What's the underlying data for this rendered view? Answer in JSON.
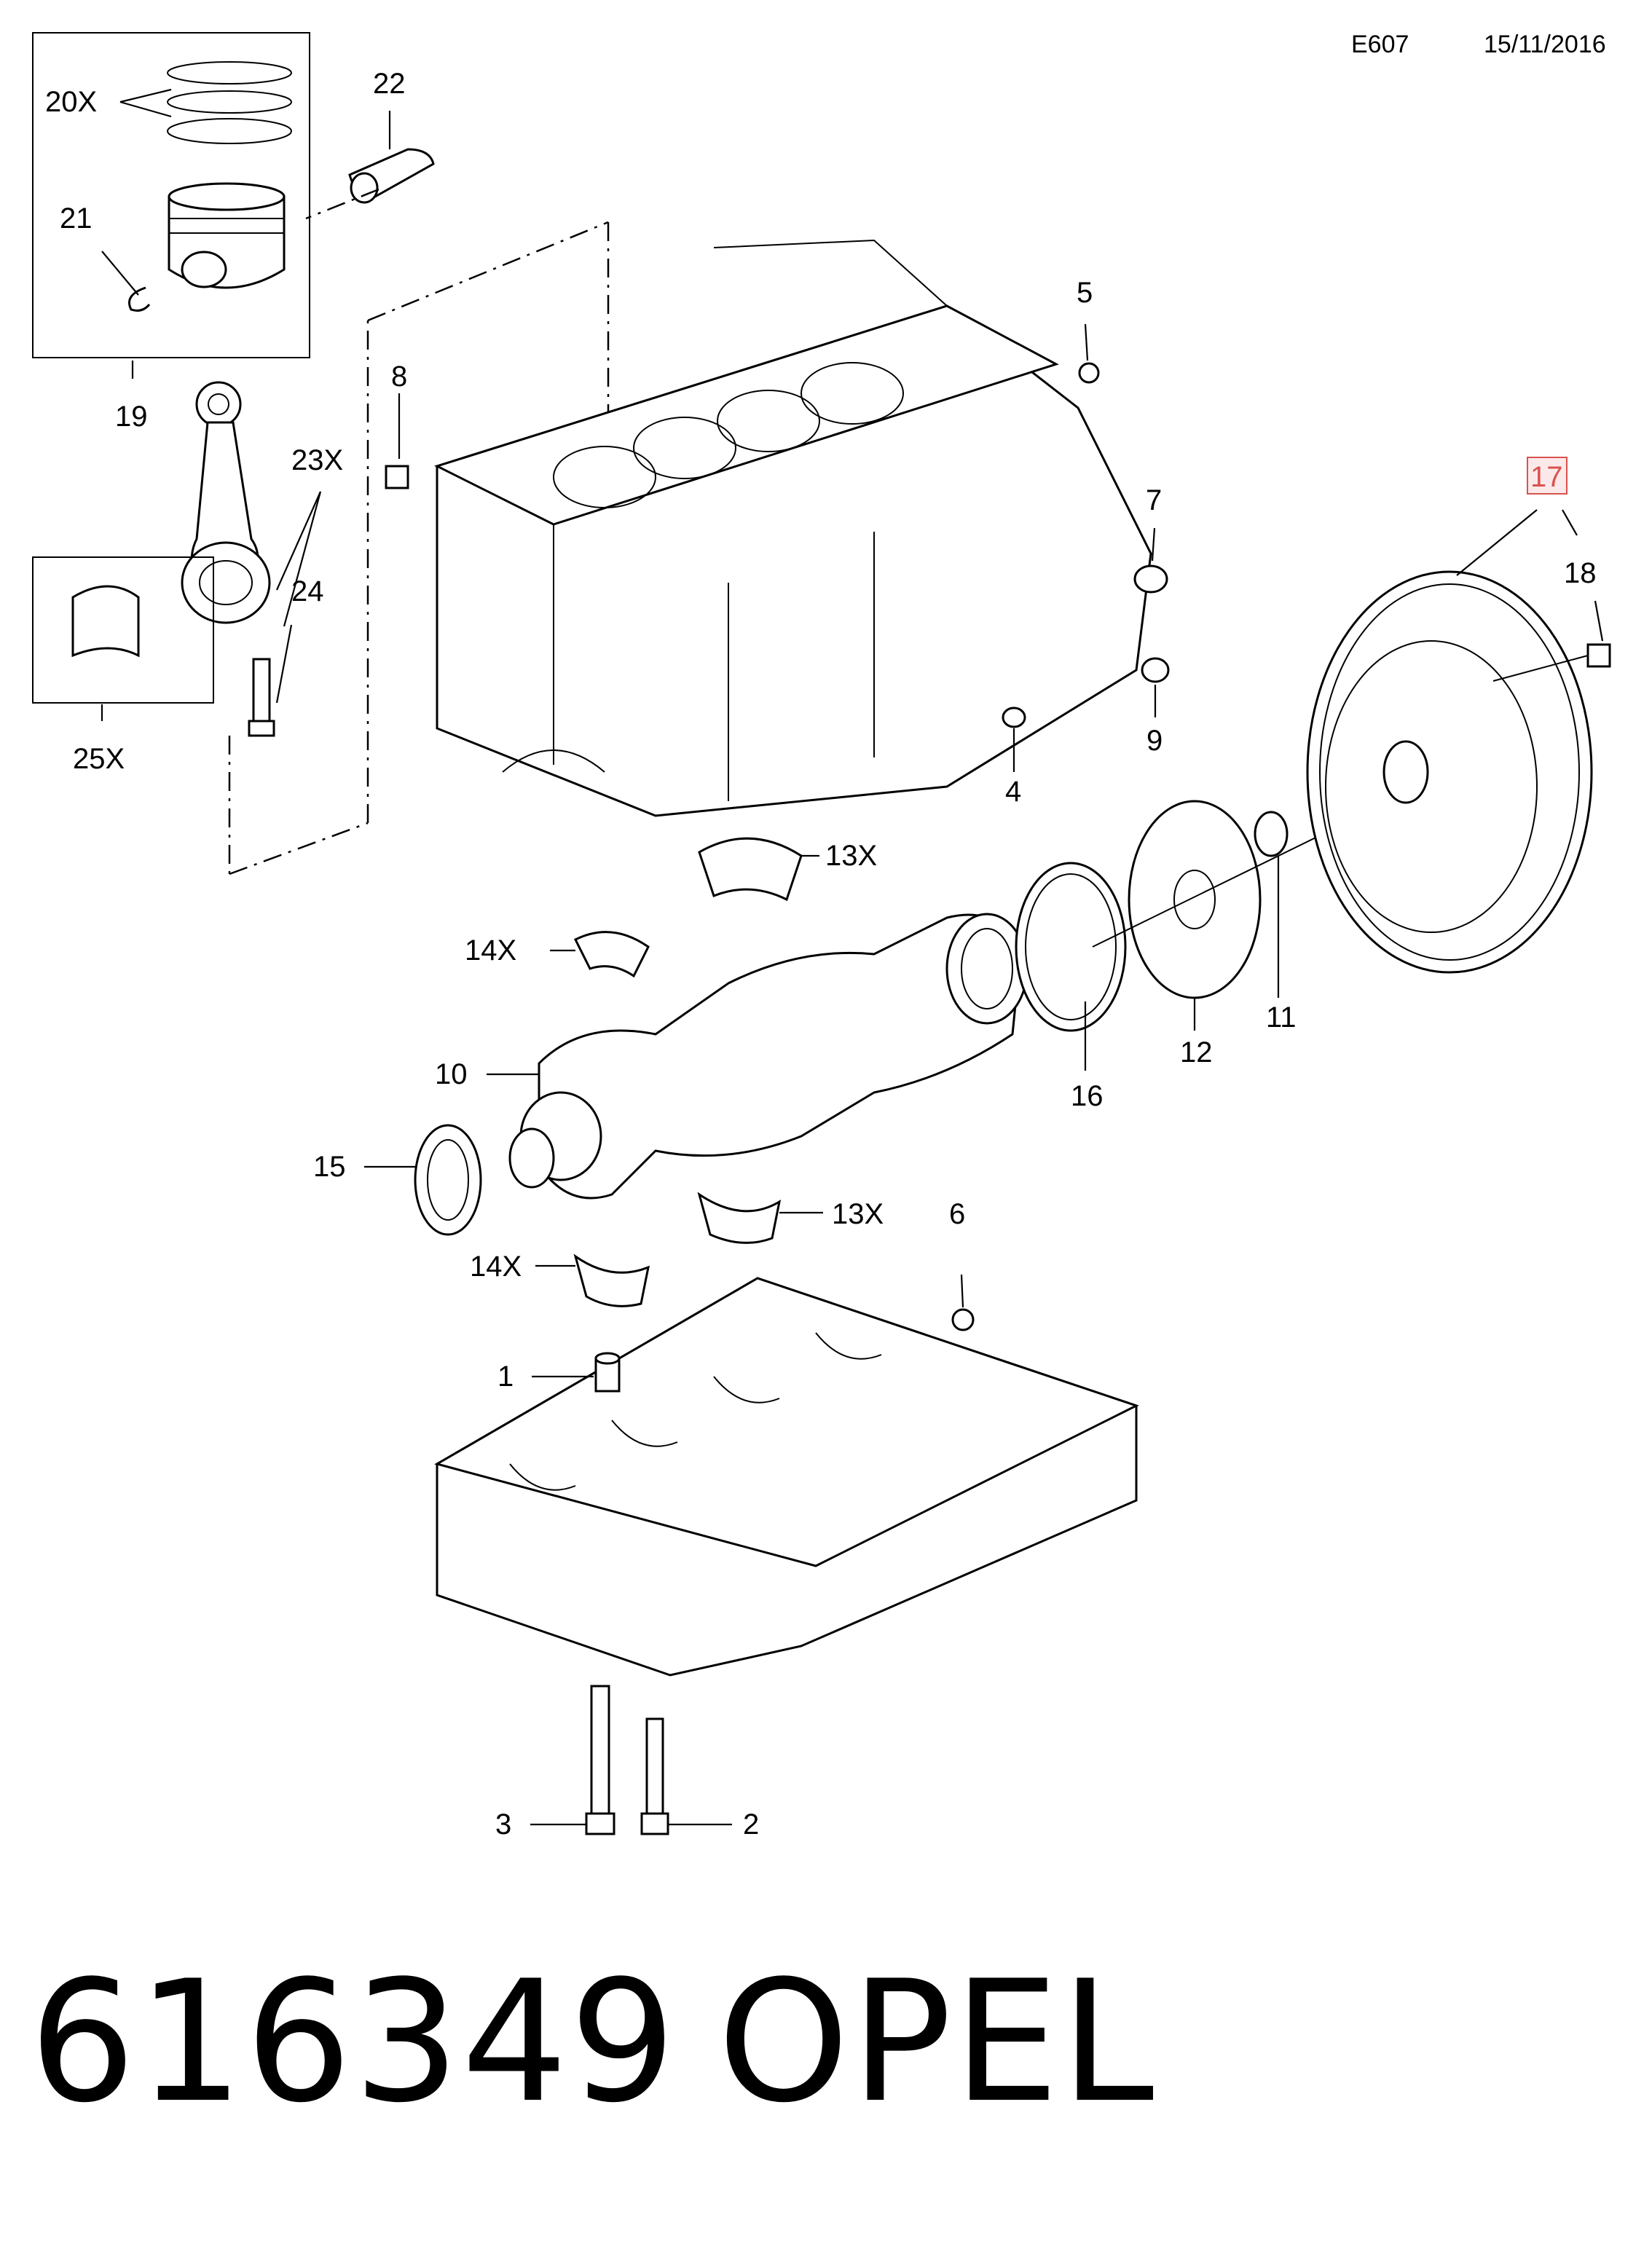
{
  "header": {
    "code": "E607",
    "date": "15/11/2016"
  },
  "footer": {
    "part_number": "616349",
    "brand": "OPEL"
  },
  "callouts": {
    "c1": "1",
    "c2": "2",
    "c3": "3",
    "c4": "4",
    "c5": "5",
    "c6": "6",
    "c7": "7",
    "c8": "8",
    "c9": "9",
    "c10": "10",
    "c11": "11",
    "c12": "12",
    "c13a": "13X",
    "c13b": "13X",
    "c14a": "14X",
    "c14b": "14X",
    "c15": "15",
    "c16": "16",
    "c17": "17",
    "c18": "18",
    "c19": "19",
    "c20": "20X",
    "c21": "21",
    "c22": "22",
    "c23": "23X",
    "c24": "24",
    "c25": "25X"
  },
  "highlight_color": "#d9534f"
}
